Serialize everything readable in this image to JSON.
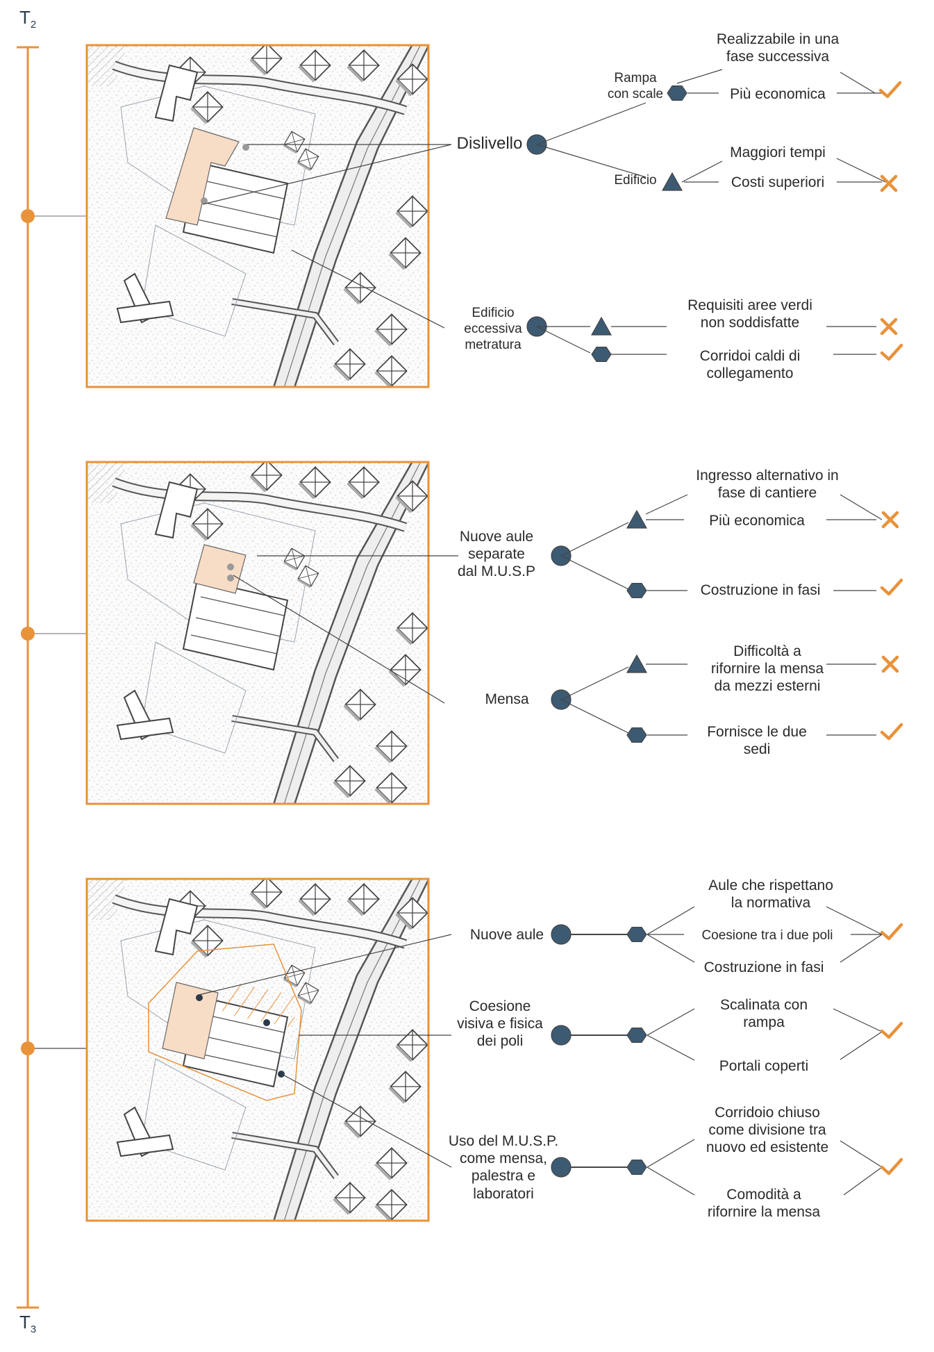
{
  "timeline": {
    "start": "T",
    "start_sub": "2",
    "end": "T",
    "end_sub": "3"
  },
  "colors": {
    "accent": "#E8923A",
    "node": "#3D5A73",
    "building": "#F7DCC6",
    "line": "#444444"
  },
  "sections": [
    {
      "nodes": [
        {
          "label": "Dislivello",
          "branches": [
            {
              "label": "Rampa\ncon scale",
              "shape": "hexagon",
              "items": [
                "Realizzabile in una\nfase successiva",
                "Più economica"
              ],
              "verdict": "check"
            },
            {
              "label": "Edificio",
              "shape": "triangle",
              "items": [
                "Maggiori tempi",
                "Costi superiori"
              ],
              "verdict": "cross"
            }
          ]
        },
        {
          "label": "Edificio\neccessiva\nmetratura",
          "branches": [
            {
              "shape": "triangle",
              "items": [
                "Requisiti aree verdi\nnon soddisfatte"
              ],
              "verdict": "cross"
            },
            {
              "shape": "hexagon",
              "items": [
                "Corridoi caldi di\ncollegamento"
              ],
              "verdict": "check"
            }
          ]
        }
      ]
    },
    {
      "nodes": [
        {
          "label": "Nuove aule\nseparate\ndal M.U.S.P",
          "branches": [
            {
              "shape": "triangle",
              "items": [
                "Ingresso alternativo in\nfase di cantiere",
                "Più economica"
              ],
              "verdict": "cross"
            },
            {
              "shape": "hexagon",
              "items": [
                "Costruzione in fasi"
              ],
              "verdict": "check"
            }
          ]
        },
        {
          "label": "Mensa",
          "branches": [
            {
              "shape": "triangle",
              "items": [
                "Difficoltà a\nrifornire la mensa\nda mezzi esterni"
              ],
              "verdict": "cross"
            },
            {
              "shape": "hexagon",
              "items": [
                "Fornisce le due\nsedi"
              ],
              "verdict": "check"
            }
          ]
        }
      ]
    },
    {
      "nodes": [
        {
          "label": "Nuove aule",
          "branches": [
            {
              "shape": "hexagon",
              "items": [
                "Aule che rispettano\nla normativa",
                "Coesione tra i due poli",
                "Costruzione in fasi"
              ],
              "verdict": "check"
            }
          ]
        },
        {
          "label": "Coesione\nvisiva e fisica\ndei poli",
          "branches": [
            {
              "shape": "hexagon",
              "items": [
                "Scalinata con\nrampa",
                "Portali coperti"
              ],
              "verdict": "check"
            }
          ]
        },
        {
          "label": "Uso del M.U.S.P.\ncome mensa,\npalestra e\nlaboratori",
          "branches": [
            {
              "shape": "hexagon",
              "items": [
                "Corridoio chiuso\ncome divisione tra\nnuovo ed esistente",
                "Comodità a\nrifornire la mensa"
              ],
              "verdict": "check"
            }
          ]
        }
      ]
    }
  ]
}
